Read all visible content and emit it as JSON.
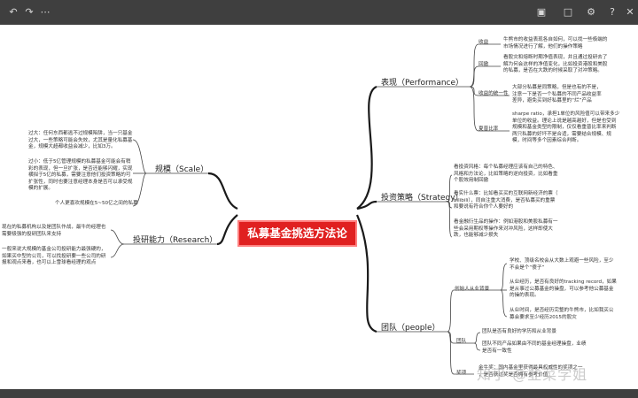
{
  "toolbar": {
    "icons": [
      "back-icon",
      "redo-icon",
      "more-icon",
      "save-icon",
      "window-icon",
      "settings-icon",
      "help-icon",
      "close-icon"
    ]
  },
  "central": "私募基金挑选方法论",
  "branches": {
    "performance": "表现（Performance）",
    "strategy": "投资策略（Strategy）",
    "people": "团队（people）",
    "scale": "规模（Scale）",
    "research": "投研能力（Research）"
  },
  "performance": {
    "sub1": "收益",
    "sub1_text": "牛熊市的收益表现各自如何，可以找一些极端的\n市场情况进行了解，他们的操作策略",
    "sub2": "回撤",
    "sub2_text": "看股灾和熔断时期净值表现，并且通过投研去了\n解为何会这样的净值变化，比如投资港股和美股\n的私募，是否在大跌的时候采取了对冲策略。",
    "sub3": "收益的统一性",
    "sub3_text": "大部分私募是同策略，但是也有的不是，\n注意一下是否一个私募的不同产品收益率\n差异，避免买到好私募里的“烂”产品",
    "sub4": "夏普比率",
    "sub4_text": "sharpe ratio，承担1单位的风险值可以带来多少\n单位的收益。理论上说是越高越好，但是也受到\n规模和基金类型的限制，仅仅看重普比率来判断\n两只私募的好坏不是合适，需要结合规模、规\n模，时间等多个因素综合判断。"
  },
  "strategy": {
    "text1": "看投资风格：每个私募经理应该有自己的特色、\n风格和方法论，比如策略的逆向投资，比如看重\n个股效用制回撤",
    "text2": "看实什么票：比如看买买的互联网新经济的票（\nbilibili），同自注重大消费，是否私募买的重票\n和要说有符合你个人要好的",
    "text3": "看金融衍生品的操作：例如港股和美股私募有一\n些会采用期权等操作来对冲风险，这样即使大\n跌，也能够减少损失"
  },
  "people": {
    "sub1": "创始人从业背景",
    "sub1_text1": "学校、顶级名校会从大数上观避一些风险，至少\n不会是个“傻子”",
    "sub1_text2": "从业经历，是否有良好的tracking record，如果\n是从事过公募基金的操盘，可以参考他公募基金\n的操的表现。",
    "sub1_text3": "从业时间，是否经历完整的牛熊市，比如我买公\n募会要求至少经历2015的股灾",
    "sub2": "团队",
    "sub2_text1": "团队是否有良好的学历和从业背景",
    "sub2_text2": "团队不同产品如果由不同的基金经理操盘，业绩\n是否有一致性",
    "sub3": "奖项",
    "sub3_text": "金牛奖：国内基金里获得最具权威性的奖项之一\n，是否获过奖是否拥有参考价值"
  },
  "scale": {
    "text1": "过大：任何东西都逃不过规模陷阱，当一只基金\n过大，一些策略可能会失效，尤其是量化私募基\n金，规模大超都收益会减少，比如3万。",
    "text2": "过小：低于5亿管理规模的私募基金可能会有稍\n彩的表现，但一旦扩张，是否还能够闪耀，实现\n横拟于5亿的私募，需要注意他们投资策略的可\n扩张性，同时也要注意经理本身是否可以承受规\n模的扩展。",
    "text3": "个人更喜欢规模在5~50亿之间的私募"
  },
  "research": {
    "text1": "现在的私募机构以及是团队作战，最牛的经理也\n需要极强的投研团队来支持",
    "text2": "一般来说大规模的基金公司投研能力最强硬的，\n如果买中型的公司，可以找投研要一些公司的研\n报和观点来看，也可以上雪球看经理的观点"
  },
  "watermark": "知乎 @韭菜学姐"
}
